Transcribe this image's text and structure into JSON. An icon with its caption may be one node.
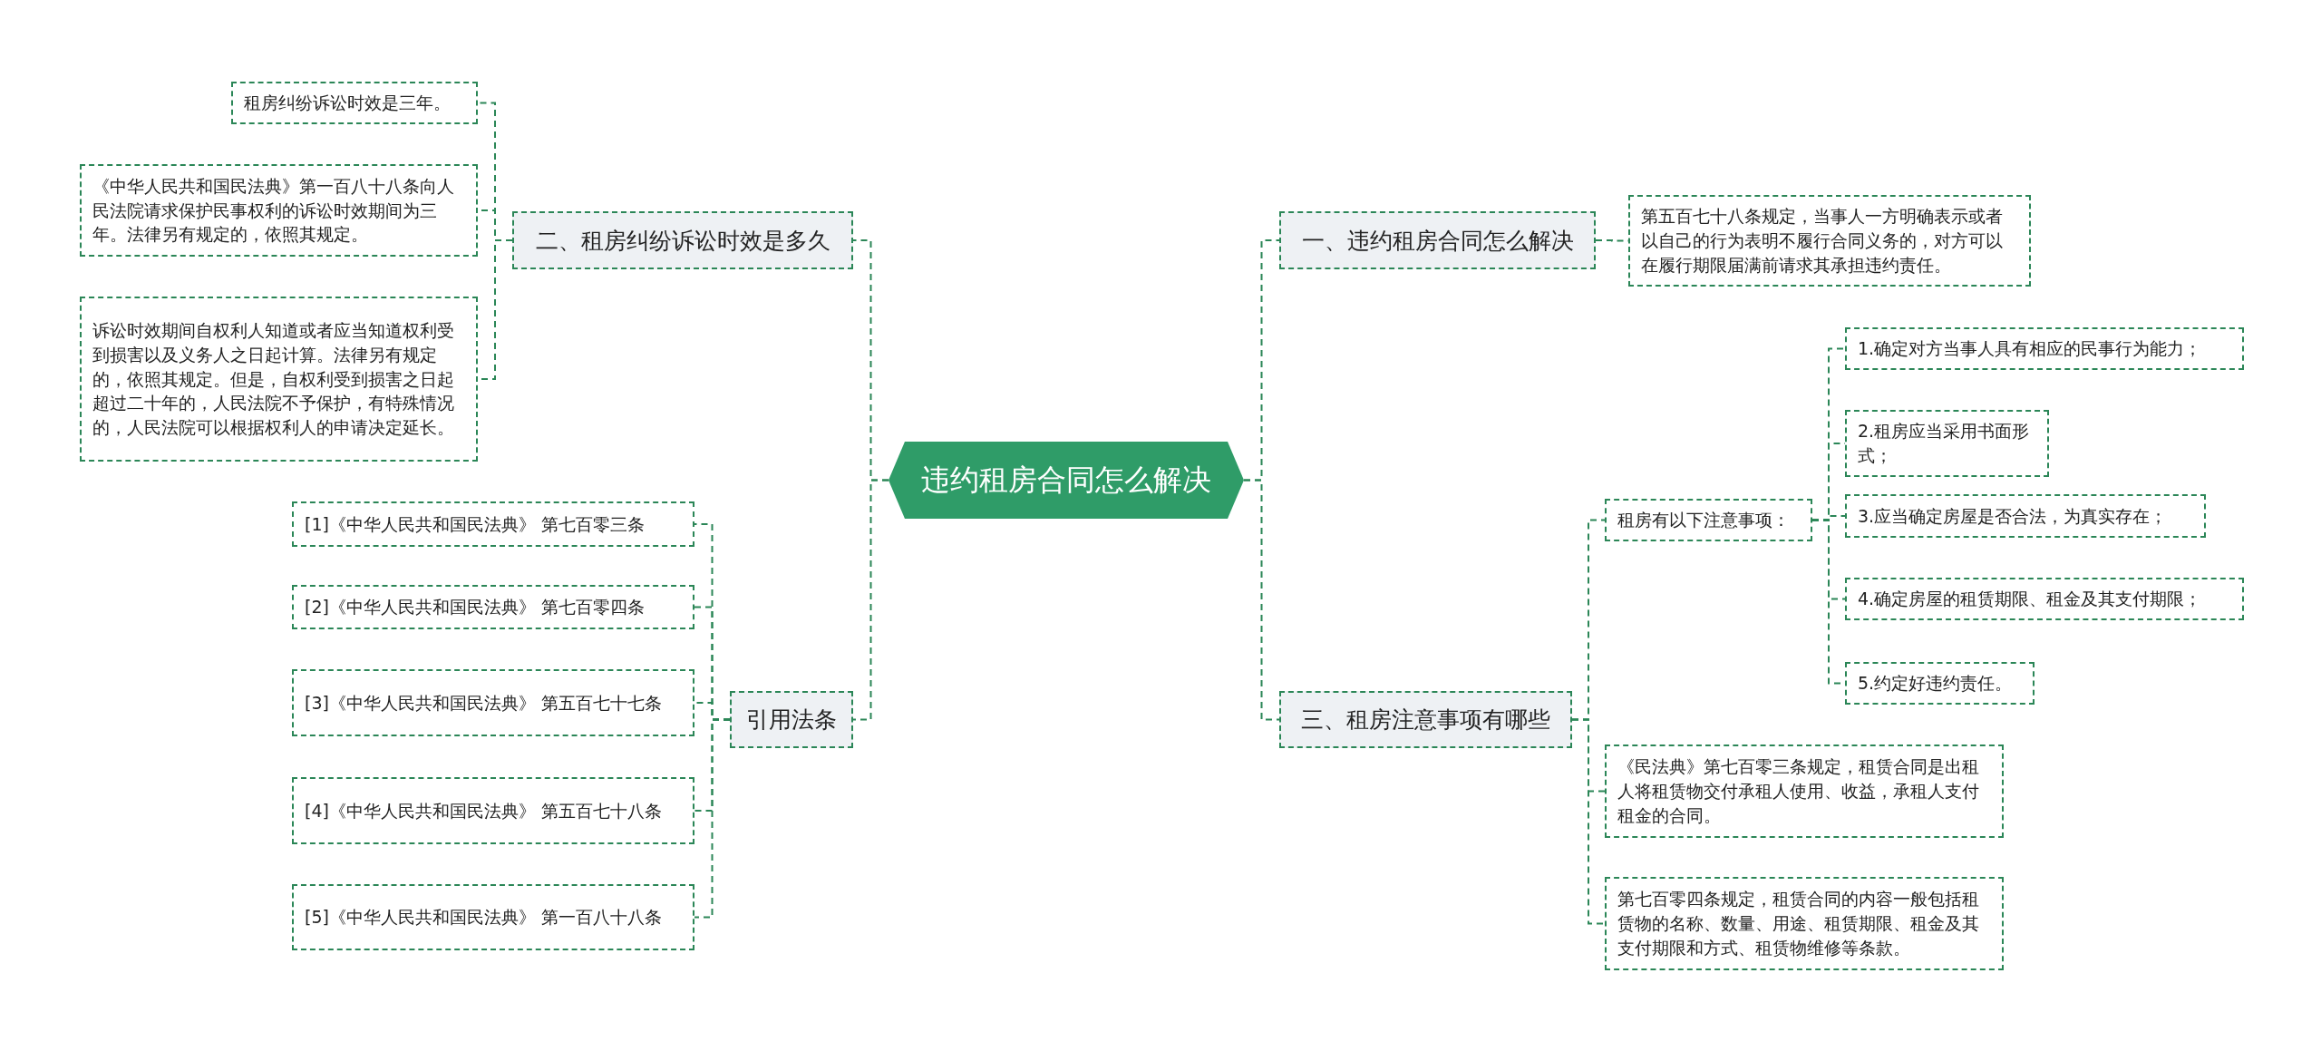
{
  "diagram": {
    "nodes": [
      {
        "text": [
          "违约租房合同怎么解决"
        ]
      },
      {
        "text": [
          "一、违约租房合同怎么解决"
        ]
      },
      {
        "text": [
          "第五百七十八条规定，当事人一方明确表示或者以自己的行为表明不履行合同义务的，对方可以在履行期限届满前请求其承担违约责任。"
        ]
      },
      {
        "text": [
          "三、租房注意事项有哪些"
        ]
      },
      {
        "text": [
          "租房有以下注意事项："
        ]
      },
      {
        "text": [
          "1.确定对方当事人具有相应的民事行为能力；"
        ]
      },
      {
        "text": [
          "2.租房应当采用书面形式；"
        ]
      },
      {
        "text": [
          "3.应当确定房屋是否合法，为真实存在；"
        ]
      },
      {
        "text": [
          "4.确定房屋的租赁期限、租金及其支付期限；"
        ]
      },
      {
        "text": [
          "5.约定好违约责任。"
        ]
      },
      {
        "text": [
          "《民法典》第七百零三条规定，租赁合同是出租人将租赁物交付承租人使用、收益，承租人支付租金的合同。"
        ]
      },
      {
        "text": [
          "第七百零四条规定，租赁合同的内容一般包括租赁物的名称、数量、用途、租赁期限、租金及其支付期限和方式、租赁物维修等条款。"
        ]
      },
      {
        "text": [
          "二、租房纠纷诉讼时效是多久"
        ]
      },
      {
        "text": [
          "租房纠纷诉讼时效是三年。"
        ]
      },
      {
        "text": [
          "《中华人民共和国民法典》第一百八十八条向人民法院请求保护民事权利的诉讼时效期间为三年。法律另有规定的，依照其规定。"
        ]
      },
      {
        "text": [
          "诉讼时效期间自权利人知道或者应当知道权利受到损害以及义务人之日起计算。法律另有规定的，依照其规定。但是，自权利受到损害之日起超过二十年的，人民法院不予保护，有特殊情况的，人民法院可以根据权利人的申请决定延长。"
        ]
      },
      {
        "text": [
          "引用法条"
        ]
      },
      {
        "text": [
          "[1]《中华人民共和国民法典》 第七百零三条"
        ]
      },
      {
        "text": [
          "[2]《中华人民共和国民法典》 第七百零四条"
        ]
      },
      {
        "text": [
          "[3]《中华人民共和国民法典》 第五百七十七条"
        ]
      },
      {
        "text": [
          "[4]《中华人民共和国民法典》 第五百七十八条"
        ]
      },
      {
        "text": [
          "[5]《中华人民共和国民法典》 第一百八十八条"
        ]
      }
    ],
    "edges": [
      {
        "from": 0,
        "to": 1,
        "arrow": "none"
      },
      {
        "from": 1,
        "to": 2,
        "arrow": "none"
      },
      {
        "from": 0,
        "to": 3,
        "arrow": "none"
      },
      {
        "from": 3,
        "to": 4,
        "arrow": "none"
      },
      {
        "from": 4,
        "to": 5,
        "arrow": "none"
      },
      {
        "from": 4,
        "to": 6,
        "arrow": "none"
      },
      {
        "from": 4,
        "to": 7,
        "arrow": "none"
      },
      {
        "from": 4,
        "to": 8,
        "arrow": "none"
      },
      {
        "from": 4,
        "to": 9,
        "arrow": "none"
      },
      {
        "from": 3,
        "to": 10,
        "arrow": "none"
      },
      {
        "from": 3,
        "to": 11,
        "arrow": "none"
      },
      {
        "from": 0,
        "to": 12,
        "arrow": "none"
      },
      {
        "from": 12,
        "to": 13,
        "arrow": "none"
      },
      {
        "from": 12,
        "to": 14,
        "arrow": "none"
      },
      {
        "from": 12,
        "to": 15,
        "arrow": "none"
      },
      {
        "from": 0,
        "to": 16,
        "arrow": "none"
      },
      {
        "from": 16,
        "to": 17,
        "arrow": "none"
      },
      {
        "from": 16,
        "to": 18,
        "arrow": "none"
      },
      {
        "from": 16,
        "to": 19,
        "arrow": "none"
      },
      {
        "from": 16,
        "to": 20,
        "arrow": "none"
      },
      {
        "from": 16,
        "to": 21,
        "arrow": "none"
      }
    ]
  }
}
